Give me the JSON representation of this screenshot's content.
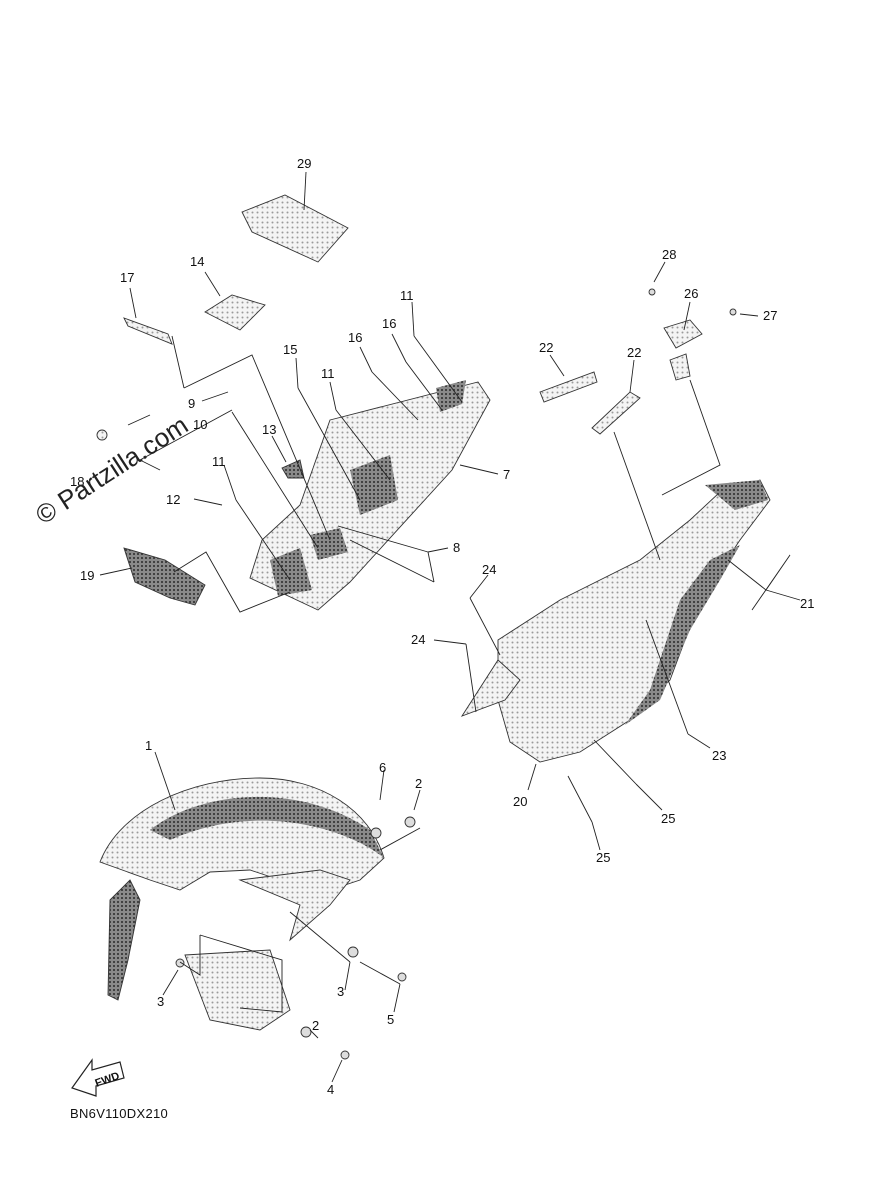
{
  "diagram": {
    "watermark": "© Partzilla.com",
    "drawing_code": "BN6V110DX210",
    "fwd_label": "FWD",
    "callouts": [
      {
        "id": "c1",
        "text": "1"
      },
      {
        "id": "c2a",
        "text": "2"
      },
      {
        "id": "c2b",
        "text": "2"
      },
      {
        "id": "c3a",
        "text": "3"
      },
      {
        "id": "c3b",
        "text": "3"
      },
      {
        "id": "c4",
        "text": "4"
      },
      {
        "id": "c5",
        "text": "5"
      },
      {
        "id": "c6",
        "text": "6"
      },
      {
        "id": "c7",
        "text": "7"
      },
      {
        "id": "c8",
        "text": "8"
      },
      {
        "id": "c9",
        "text": "9"
      },
      {
        "id": "c10",
        "text": "10"
      },
      {
        "id": "c11a",
        "text": "11"
      },
      {
        "id": "c11b",
        "text": "11"
      },
      {
        "id": "c11c",
        "text": "11"
      },
      {
        "id": "c12",
        "text": "12"
      },
      {
        "id": "c13",
        "text": "13"
      },
      {
        "id": "c14",
        "text": "14"
      },
      {
        "id": "c15",
        "text": "15"
      },
      {
        "id": "c16a",
        "text": "16"
      },
      {
        "id": "c16b",
        "text": "16"
      },
      {
        "id": "c17",
        "text": "17"
      },
      {
        "id": "c18",
        "text": "18"
      },
      {
        "id": "c19",
        "text": "19"
      },
      {
        "id": "c20",
        "text": "20"
      },
      {
        "id": "c21",
        "text": "21"
      },
      {
        "id": "c22a",
        "text": "22"
      },
      {
        "id": "c22b",
        "text": "22"
      },
      {
        "id": "c23",
        "text": "23"
      },
      {
        "id": "c24a",
        "text": "24"
      },
      {
        "id": "c24b",
        "text": "24"
      },
      {
        "id": "c25a",
        "text": "25"
      },
      {
        "id": "c25b",
        "text": "25"
      },
      {
        "id": "c26",
        "text": "26"
      },
      {
        "id": "c27",
        "text": "27"
      },
      {
        "id": "c28",
        "text": "28"
      },
      {
        "id": "c29",
        "text": "29"
      }
    ]
  }
}
